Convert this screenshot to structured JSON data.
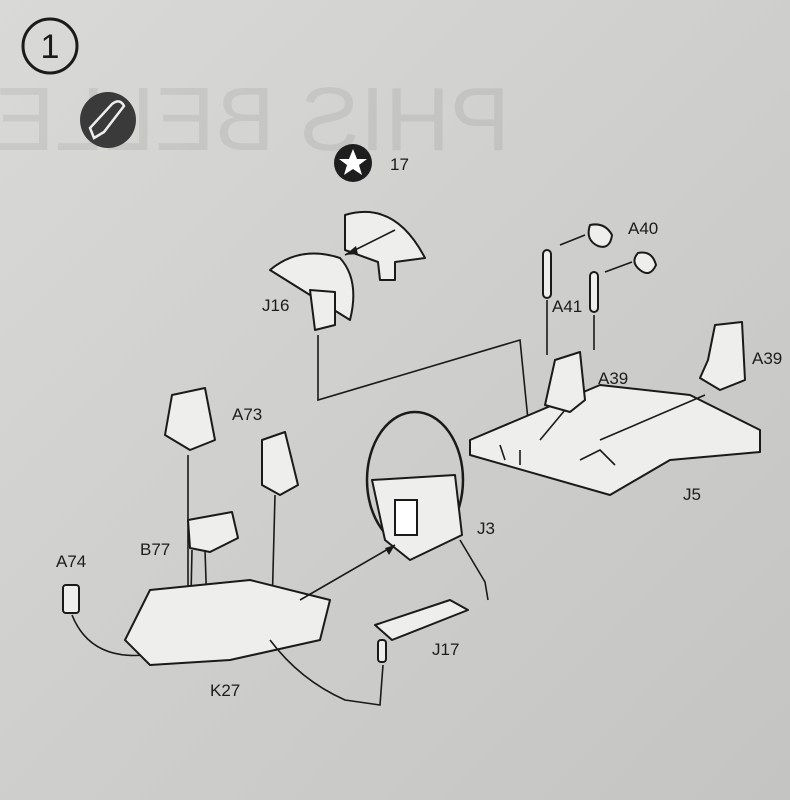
{
  "step": {
    "number": "1"
  },
  "bleed_through_text": "PHIS BELLE",
  "icons": {
    "glue": "glue-tube-icon",
    "paint": "star-decal-icon"
  },
  "labels": {
    "decal": "17",
    "j16": "J16",
    "a40": "A40",
    "a41": "A41",
    "a39_left": "A39",
    "a39_right": "A39",
    "a73": "A73",
    "j5": "J5",
    "j3": "J3",
    "b77": "B77",
    "a74": "A74",
    "k27": "K27",
    "j17": "J17"
  },
  "colors": {
    "background": "#cfcfcd",
    "ink": "#1a1a1a",
    "part_fill": "#eeeeec"
  }
}
